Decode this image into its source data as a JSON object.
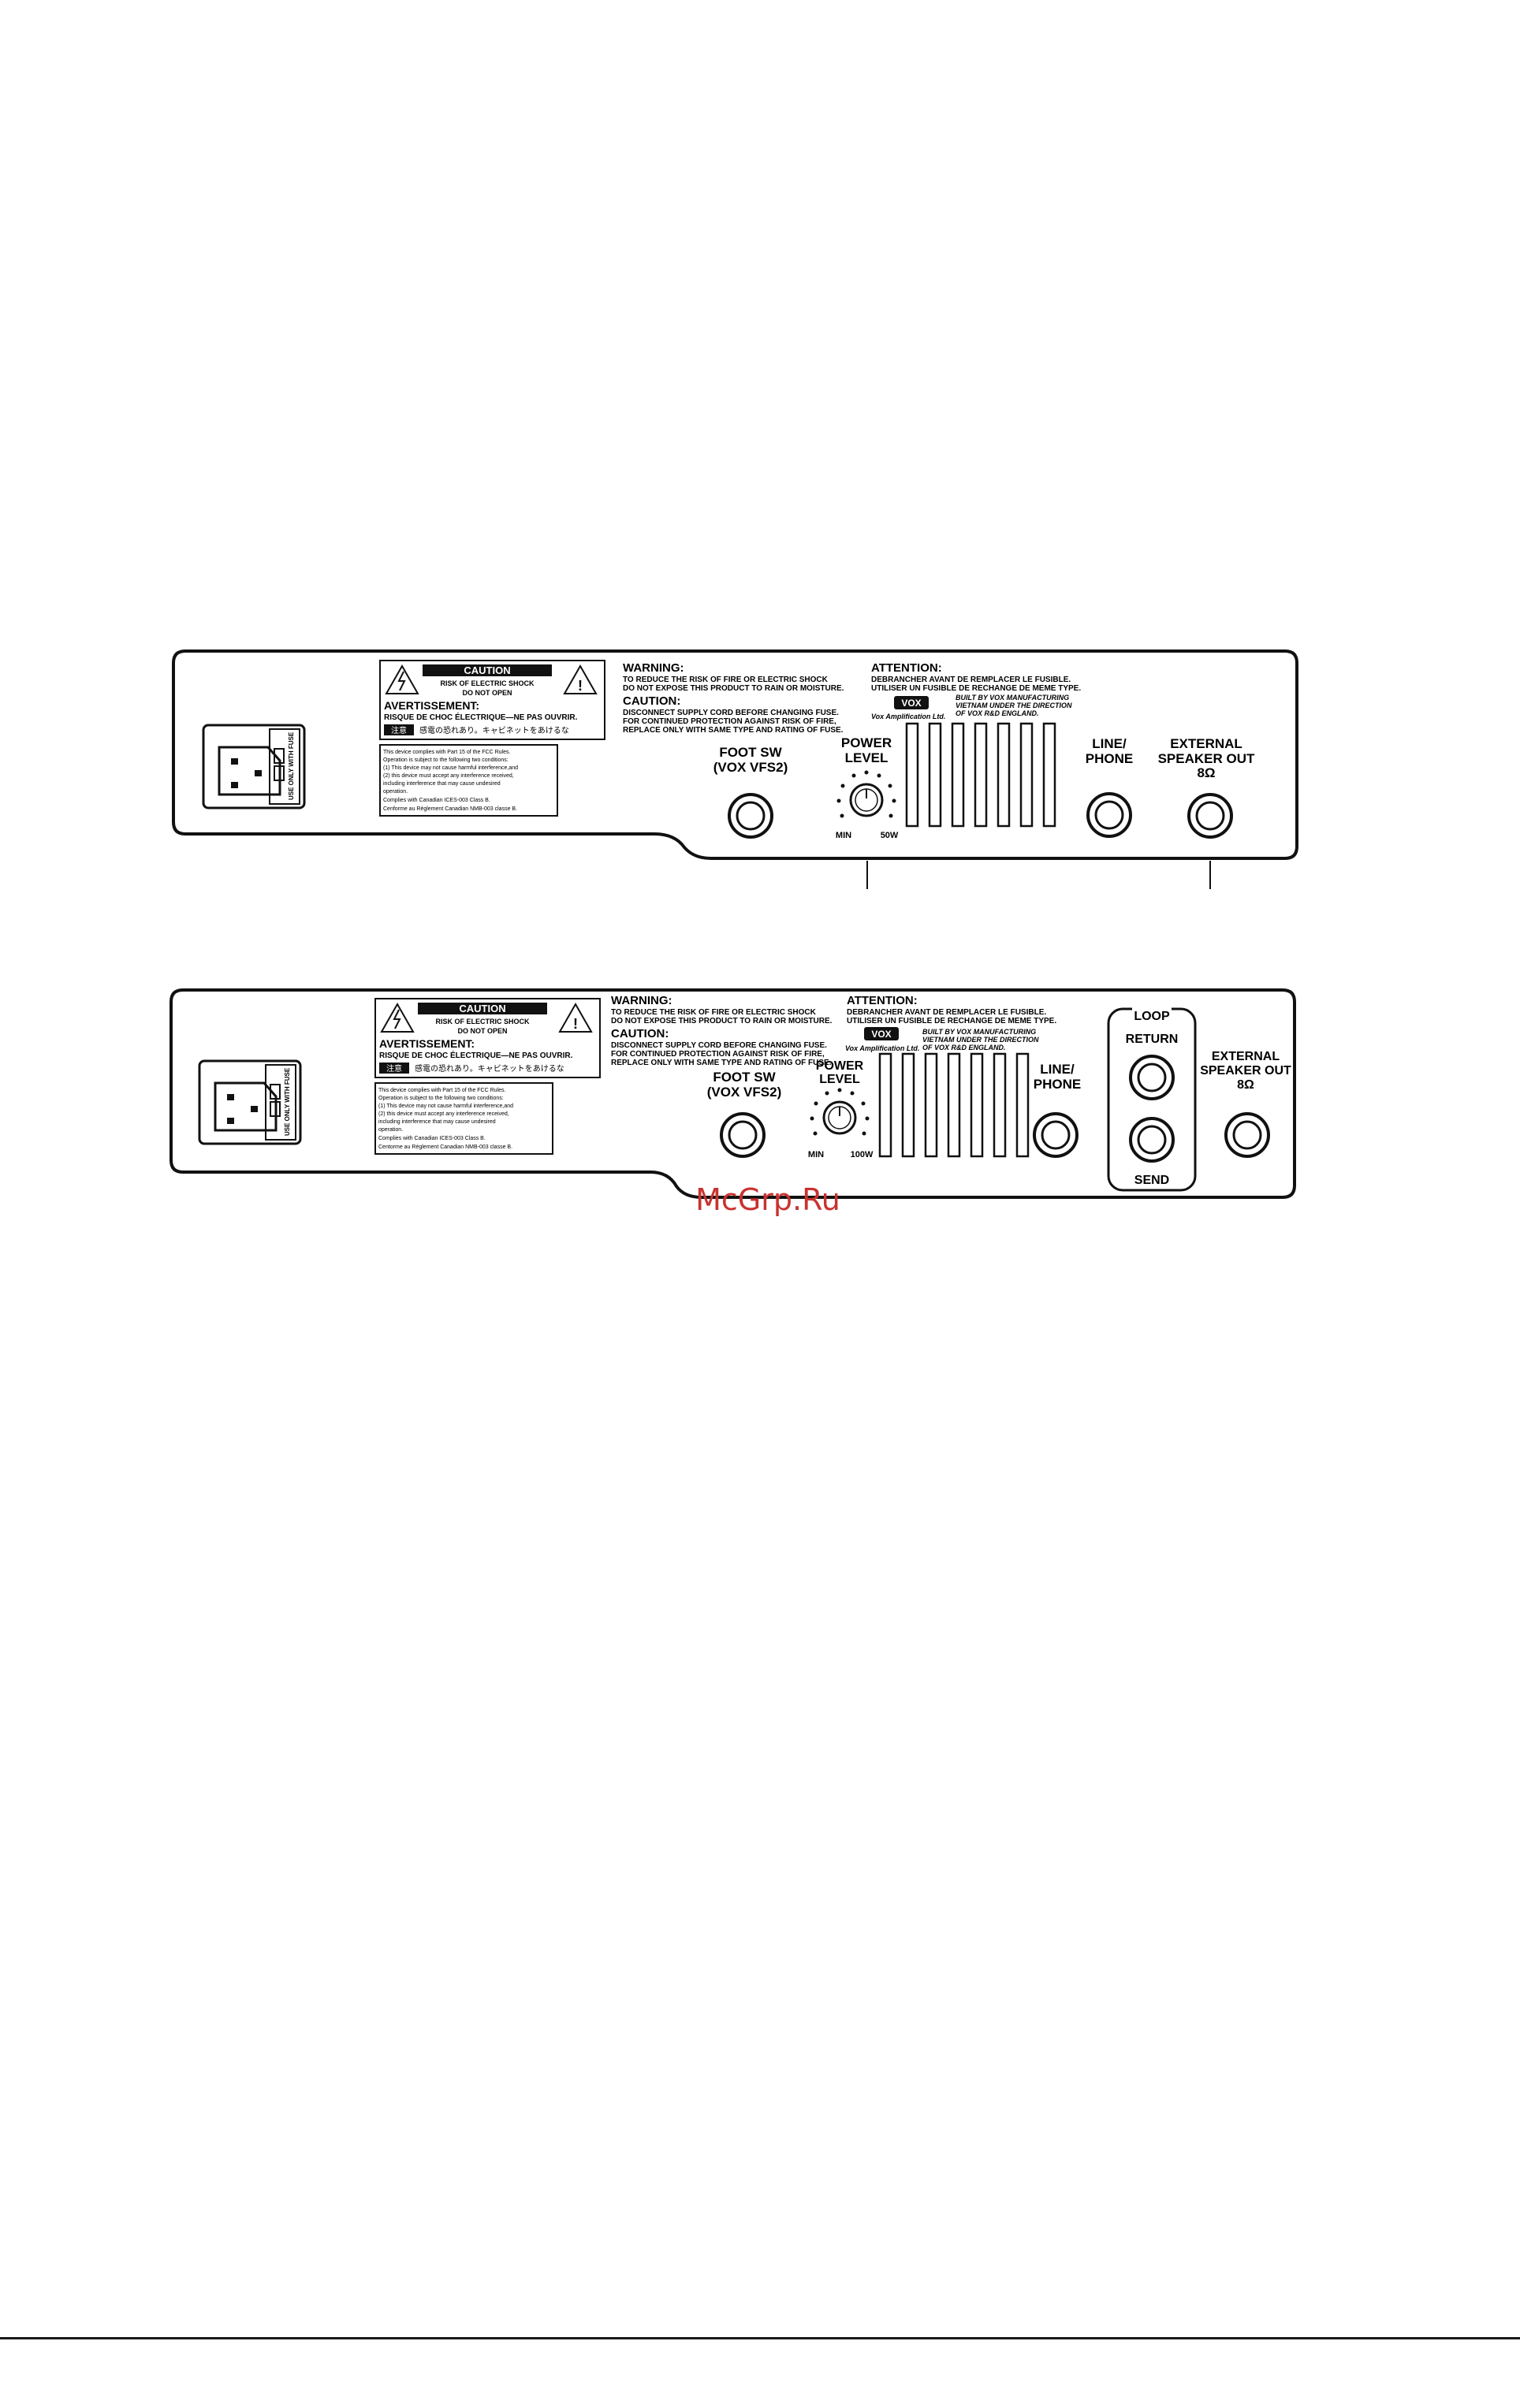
{
  "panel_top": {
    "iec_vertical_label": "USE ONLY WITH FUSE",
    "caution": {
      "title": "CAUTION",
      "line1": "RISK OF ELECTRIC SHOCK",
      "line2": "DO NOT OPEN",
      "avert_title": "AVERTISSEMENT:",
      "avert_line": "RISQUE DE CHOC ÉLECTRIQUE—NE PAS OUVRIR.",
      "jp_box": "注意",
      "jp_text": "感電の恐れあり。キャビネットをあけるな"
    },
    "fcc_lines": [
      "This device complies with Part 15 of the FCC Rules.",
      "Operation is subject to the following two conditions:",
      "(1) This device may not cause harmful interference,and",
      "(2) this device must accept any interference received,",
      "including interference that may cause undesired",
      "operation.",
      "Complies with Canadian ICES-003 Class B.",
      "Cenforme au Règlement Canadian NMB-003 classe B."
    ],
    "warning": {
      "title": "WARNING:",
      "line1": "TO REDUCE THE RISK OF FIRE OR ELECTRIC SHOCK",
      "line2": "DO NOT EXPOSE THIS PRODUCT TO RAIN OR MOISTURE.",
      "caution_title": "CAUTION:",
      "c_line1": "DISCONNECT SUPPLY CORD BEFORE CHANGING FUSE.",
      "c_line2": "FOR CONTINUED PROTECTION AGAINST RISK OF FIRE,",
      "c_line3": "REPLACE ONLY WITH SAME TYPE AND RATING OF FUSE."
    },
    "attention": {
      "title": "ATTENTION:",
      "line1": "DEBRANCHER AVANT DE REMPLACER LE FUSIBLE.",
      "line2": "UTILISER UN FUSIBLE DE RECHANGE DE MEME TYPE.",
      "brand": "VOX",
      "company": "Vox Amplification Ltd.",
      "built1": "BUILT BY VOX MANUFACTURING",
      "built2": "VIETNAM UNDER THE DIRECTION",
      "built3": "OF VOX R&D ENGLAND."
    },
    "foot_sw": {
      "line1": "FOOT SW",
      "line2": "(VOX VFS2)"
    },
    "power": {
      "line1": "POWER",
      "line2": "LEVEL",
      "min": "MIN",
      "max": "50W"
    },
    "line_phone": {
      "line1": "LINE/",
      "line2": "PHONE"
    },
    "ext_speaker": {
      "line1": "EXTERNAL",
      "line2": "SPEAKER OUT",
      "line3": "8Ω"
    }
  },
  "panel_bottom": {
    "iec_vertical_label": "USE ONLY WITH FUSE",
    "caution": {
      "title": "CAUTION",
      "line1": "RISK OF ELECTRIC SHOCK",
      "line2": "DO NOT OPEN",
      "avert_title": "AVERTISSEMENT:",
      "avert_line": "RISQUE DE CHOC ÉLECTRIQUE—NE PAS OUVRIR.",
      "jp_box": "注意",
      "jp_text": "感電の恐れあり。キャビネットをあけるな"
    },
    "fcc_lines": [
      "This device complies with Part 15 of the FCC Rules.",
      "Operation is subject to the following two conditions:",
      "(1) This device may not cause harmful interference,and",
      "(2) this device must accept any interference received,",
      "including interference that may cause undesired",
      "operation.",
      "Complies with Canadian ICES-003 Class B.",
      "Centorme au Règlement Canadian NMB-003 classe B."
    ],
    "warning": {
      "title": "WARNING:",
      "line1": "TO REDUCE THE RISK OF FIRE OR ELECTRIC SHOCK",
      "line2": "DO NOT EXPOSE THIS PRODUCT TO RAIN OR MOISTURE.",
      "caution_title": "CAUTION:",
      "c_line1": "DISCONNECT SUPPLY CORD BEFORE CHANGING FUSE.",
      "c_line2": "FOR CONTINUED PROTECTION AGAINST RISK OF FIRE,",
      "c_line3": "REPLACE ONLY WITH SAME TYPE AND RATING OF FUSE."
    },
    "attention": {
      "title": "ATTENTION:",
      "line1": "DEBRANCHER AVANT DE REMPLACER LE FUSIBLE.",
      "line2": "UTILISER UN FUSIBLE DE RECHANGE DE MEME TYPE.",
      "brand": "VOX",
      "company": "Vox Amplification Ltd.",
      "built1": "BUILT BY VOX MANUFACTURING",
      "built2": "VIETNAM UNDER THE DIRECTION",
      "built3": "OF VOX R&D ENGLAND."
    },
    "foot_sw": {
      "line1": "FOOT SW",
      "line2": "(VOX VFS2)"
    },
    "power": {
      "line1": "POWER",
      "line2": "LEVEL",
      "min": "MIN",
      "max": "100W"
    },
    "line_phone": {
      "line1": "LINE/",
      "line2": "PHONE"
    },
    "loop": {
      "title": "LOOP",
      "return": "RETURN",
      "send": "SEND"
    },
    "ext_speaker": {
      "line1": "EXTERNAL",
      "line2": "SPEAKER OUT",
      "line3": "8Ω"
    }
  },
  "watermark": "McGrp.Ru"
}
